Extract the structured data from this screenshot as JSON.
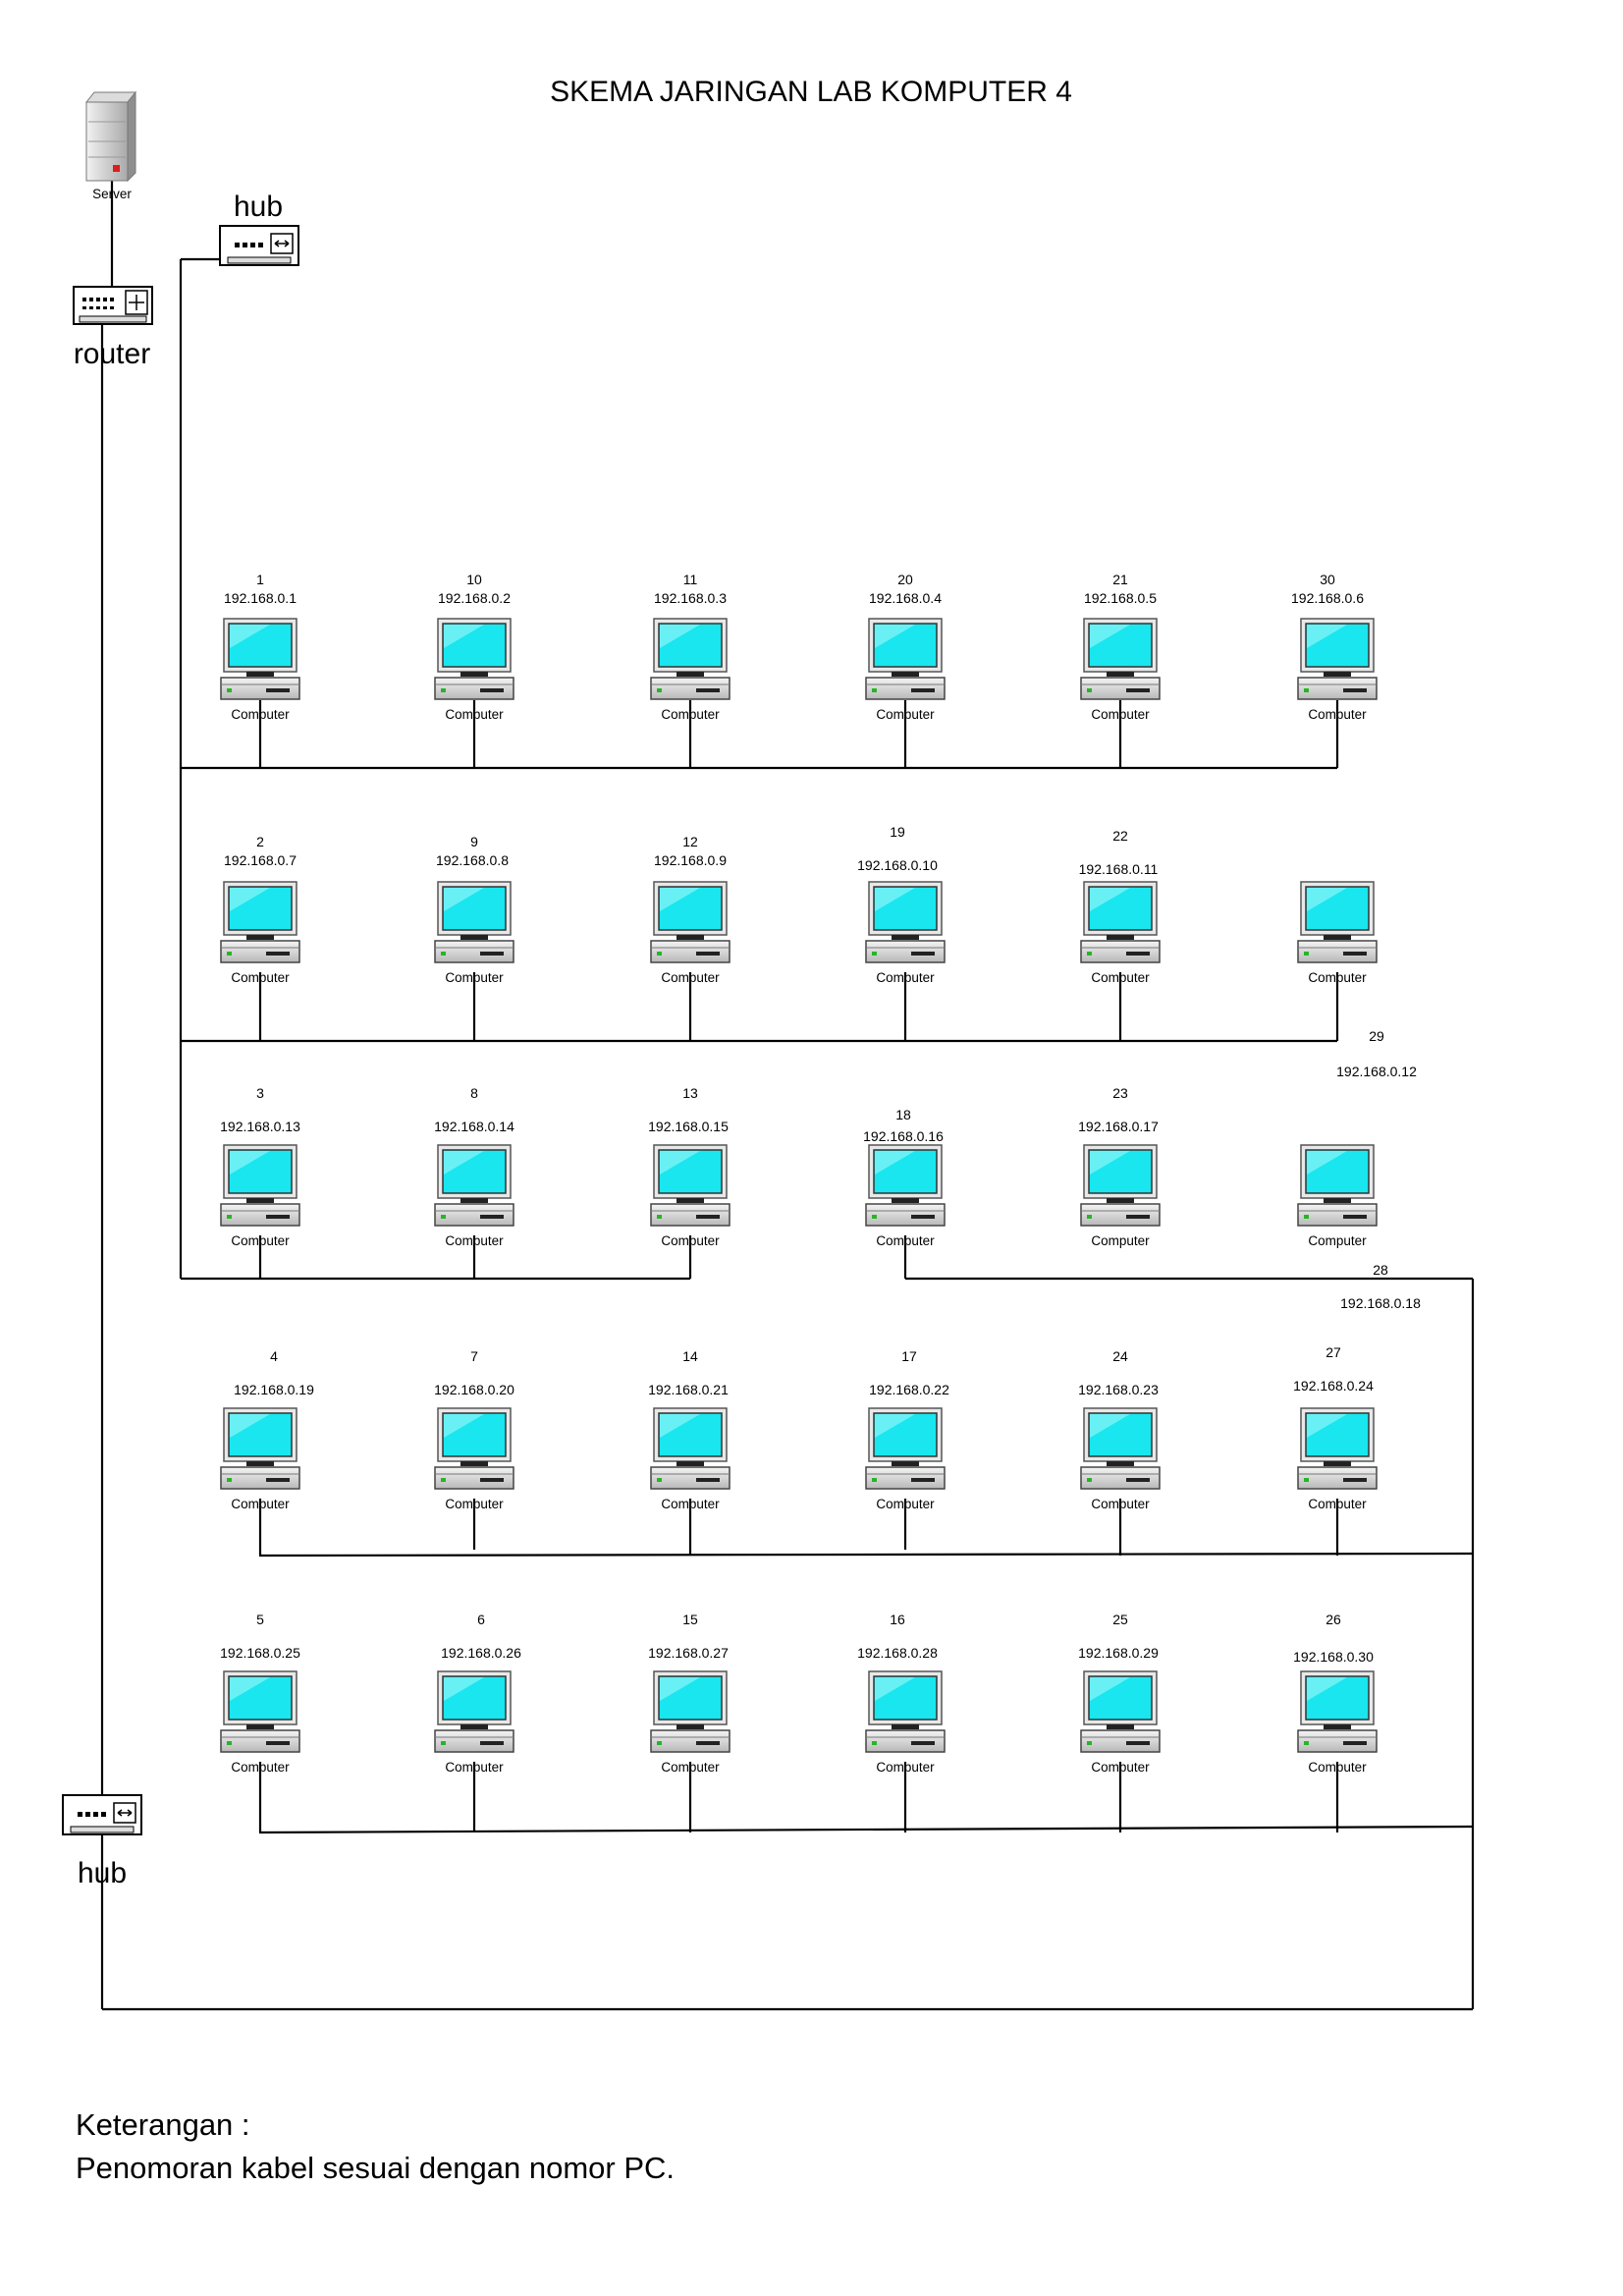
{
  "title": "SKEMA JARINGAN LAB KOMPUTER 4",
  "devices": {
    "server_label": "Server",
    "router_label": "router",
    "hub_top_label": "hub",
    "hub_bottom_label": "hub"
  },
  "computer_caption": "Computer",
  "computers": [
    {
      "num": "1",
      "ip": "192.168.0.1"
    },
    {
      "num": "10",
      "ip": "192.168.0.2"
    },
    {
      "num": "11",
      "ip": "192.168.0.3"
    },
    {
      "num": "20",
      "ip": "192.168.0.4"
    },
    {
      "num": "21",
      "ip": "192.168.0.5"
    },
    {
      "num": "30",
      "ip": "192.168.0.6"
    },
    {
      "num": "2",
      "ip": "192.168.0.7"
    },
    {
      "num": "9",
      "ip": "192.168.0.8"
    },
    {
      "num": "12",
      "ip": "192.168.0.9"
    },
    {
      "num": "19",
      "ip": "192.168.0.10"
    },
    {
      "num": "22",
      "ip": "192.168.0.11"
    },
    {
      "num": "29",
      "ip": "192.168.0.12"
    },
    {
      "num": "3",
      "ip": "192.168.0.13"
    },
    {
      "num": "8",
      "ip": "192.168.0.14"
    },
    {
      "num": "13",
      "ip": "192.168.0.15"
    },
    {
      "num": "18",
      "ip": "192.168.0.16"
    },
    {
      "num": "23",
      "ip": "192.168.0.17"
    },
    {
      "num": "28",
      "ip": "192.168.0.18"
    },
    {
      "num": "4",
      "ip": "192.168.0.19"
    },
    {
      "num": "7",
      "ip": "192.168.0.20"
    },
    {
      "num": "14",
      "ip": "192.168.0.21"
    },
    {
      "num": "17",
      "ip": "192.168.0.22"
    },
    {
      "num": "24",
      "ip": "192.168.0.23"
    },
    {
      "num": "27",
      "ip": "192.168.0.24"
    },
    {
      "num": "5",
      "ip": "192.168.0.25"
    },
    {
      "num": "6",
      "ip": "192.168.0.26"
    },
    {
      "num": "15",
      "ip": "192.168.0.27"
    },
    {
      "num": "16",
      "ip": "192.168.0.28"
    },
    {
      "num": "25",
      "ip": "192.168.0.29"
    },
    {
      "num": "26",
      "ip": "192.168.0.30"
    }
  ],
  "notes": {
    "heading": "Keterangan :",
    "text": "Penomoran kabel sesuai dengan nomor PC."
  },
  "colors": {
    "screen": "#19e6ee",
    "led": "#27b527",
    "server_led": "#e01b1b",
    "line": "#000000"
  }
}
